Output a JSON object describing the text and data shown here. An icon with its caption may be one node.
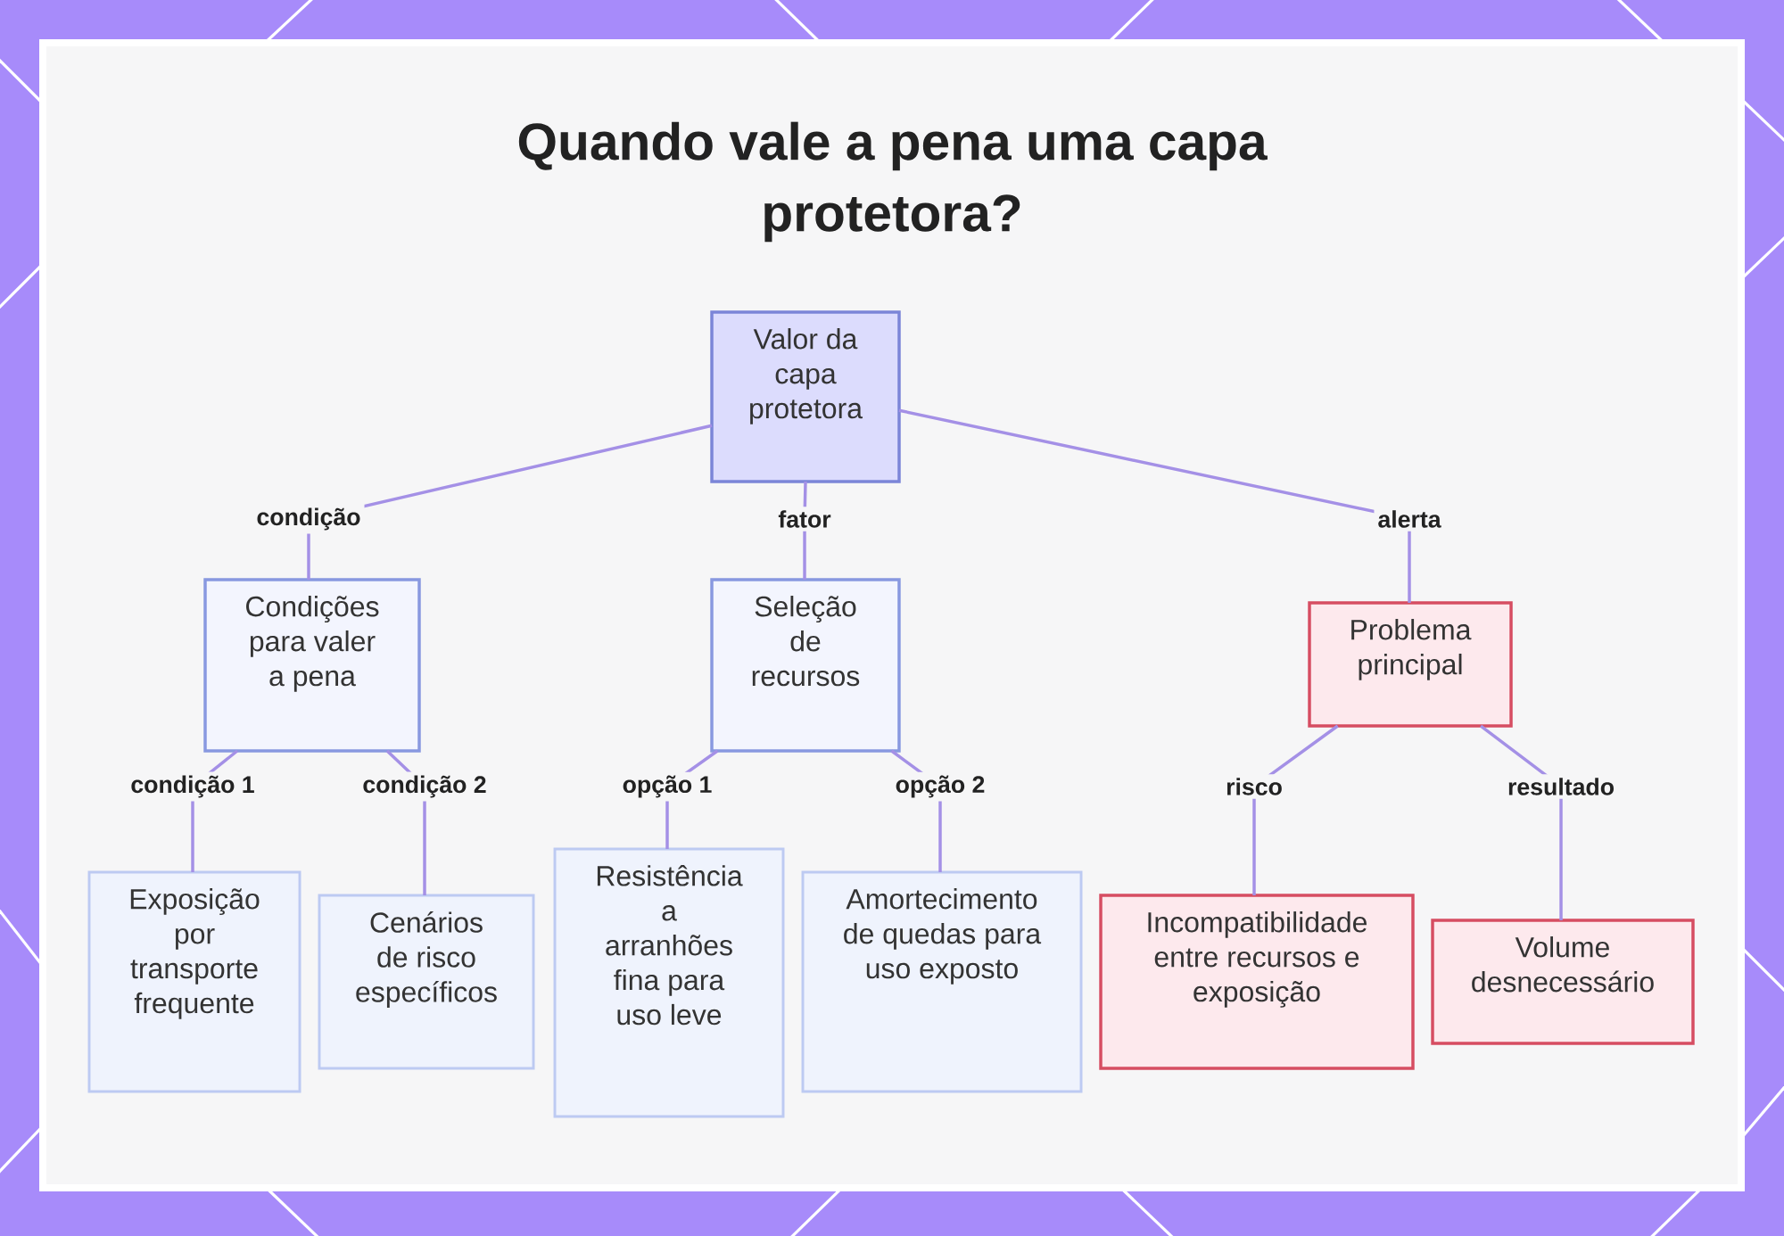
{
  "diagram": {
    "title": "Quando vale a pena uma capa protetora?",
    "nodes": [
      {
        "text": [
          "Valor da capa protetora"
        ]
      },
      {
        "text": [
          "Condições para valer a pena"
        ]
      },
      {
        "text": [
          "Seleção de recursos"
        ]
      },
      {
        "text": [
          "Problema principal"
        ]
      },
      {
        "text": [
          "Exposição por transporte frequente"
        ]
      },
      {
        "text": [
          "Cenários de risco específicos"
        ]
      },
      {
        "text": [
          "Resistência a arranhões fina para uso leve"
        ]
      },
      {
        "text": [
          "Amortecimento de quedas para uso exposto"
        ]
      },
      {
        "text": [
          "Incompatibilidade entre recursos e exposição"
        ]
      },
      {
        "text": [
          "Volume desnecessário"
        ]
      }
    ],
    "edges": [
      {
        "from": 0,
        "to": 1,
        "arrow": "none",
        "label": "condição"
      },
      {
        "from": 0,
        "to": 2,
        "arrow": "none",
        "label": "fator"
      },
      {
        "from": 0,
        "to": 3,
        "arrow": "none",
        "label": "alerta"
      },
      {
        "from": 1,
        "to": 4,
        "arrow": "none",
        "label": "condição 1"
      },
      {
        "from": 1,
        "to": 5,
        "arrow": "none",
        "label": "condição 2"
      },
      {
        "from": 2,
        "to": 6,
        "arrow": "none",
        "label": "opção 1"
      },
      {
        "from": 2,
        "to": 7,
        "arrow": "none",
        "label": "opção 2"
      },
      {
        "from": 3,
        "to": 8,
        "arrow": "none",
        "label": "risco"
      },
      {
        "from": 3,
        "to": 9,
        "arrow": "none",
        "label": "resultado"
      }
    ]
  }
}
